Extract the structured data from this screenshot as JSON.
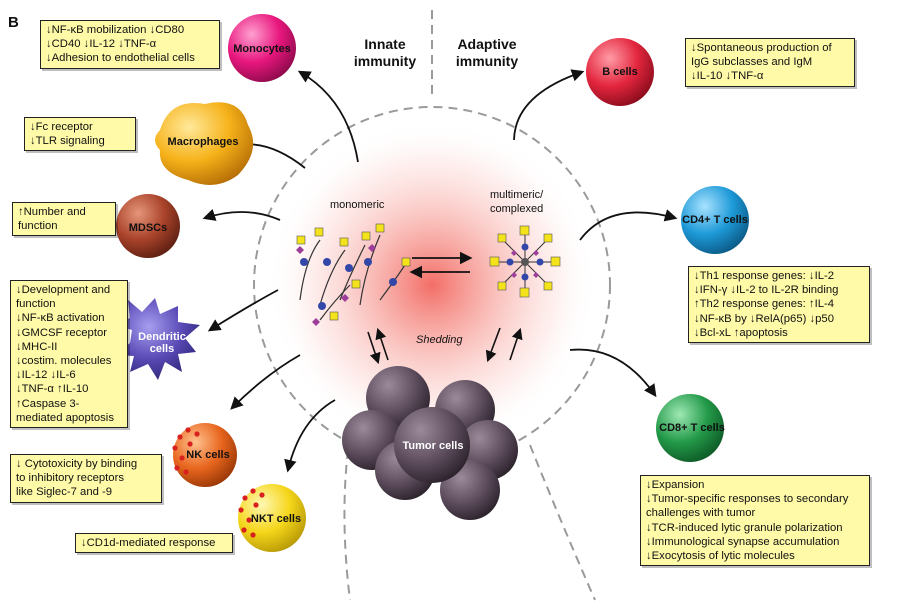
{
  "panel_label": "B",
  "headers": {
    "innate": "Innate immunity",
    "adaptive": "Adaptive immunity"
  },
  "center": {
    "monomeric": "monomeric",
    "multimeric": "multimeric/ complexed",
    "shedding": "Shedding",
    "tumor": "Tumor cells"
  },
  "cells": {
    "monocytes": "Monocytes",
    "macrophages": "Macrophages",
    "mdscs": "MDSCs",
    "dendritic": "Dendritic cells",
    "nk": "NK cells",
    "nkt": "NKT cells",
    "bcells": "B cells",
    "cd4": "CD4+ T cells",
    "cd8": "CD8+ T cells"
  },
  "boxes": {
    "monocytes": [
      "↓NF-κB mobilization ↓CD80",
      "↓CD40 ↓IL-12 ↓TNF-α",
      "↓Adhesion to endothelial cells"
    ],
    "macrophages": [
      "↓Fc receptor",
      "↓TLR signaling"
    ],
    "mdscs": [
      "↑Number and",
      "function"
    ],
    "dendritic": [
      "↓Development and",
      "function",
      "↓NF-κB activation",
      "↓GMCSF receptor",
      "↓MHC-II",
      "↓costim. molecules",
      "↓IL-12 ↓IL-6",
      "↓TNF-α ↑IL-10",
      "↑Caspase 3-",
      "mediated apoptosis"
    ],
    "nk": [
      "↓ Cytotoxicity by binding",
      "to inhibitory receptors",
      "like Siglec-7 and -9"
    ],
    "nkt": [
      "↓CD1d-mediated response"
    ],
    "bcells": [
      "↓Spontaneous production of",
      "IgG subclasses and IgM",
      "↓IL-10 ↓TNF-α"
    ],
    "cd4": [
      "↓Th1 response genes: ↓IL-2",
      "↓IFN-γ ↓IL-2 to IL-2R binding",
      "↑Th2 response genes: ↑IL-4",
      "↓NF-κB by ↓RelA(p65) ↓p50",
      "↓Bcl-xL ↑apoptosis"
    ],
    "cd8": [
      "↓Expansion",
      "↓Tumor-specific responses to secondary",
      "challenges with tumor",
      "↓TCR-induced lytic granule polarization",
      "↓Immunological synapse accumulation",
      "↓Exocytosis of lytic molecules"
    ]
  },
  "colors": {
    "monocytes": "#e8177e",
    "macrophages": "#f6b21a",
    "mdscs": "#a9432a",
    "dendritic": "#5a4bb6",
    "nk": "#e8661e",
    "nkt": "#f5d61a",
    "bcells": "#e3263e",
    "cd4": "#1e9ad8",
    "cd8": "#239a49",
    "box_fill": "#fffaa8",
    "tumor": "#5a4a5a",
    "glow": "#f37a75"
  }
}
